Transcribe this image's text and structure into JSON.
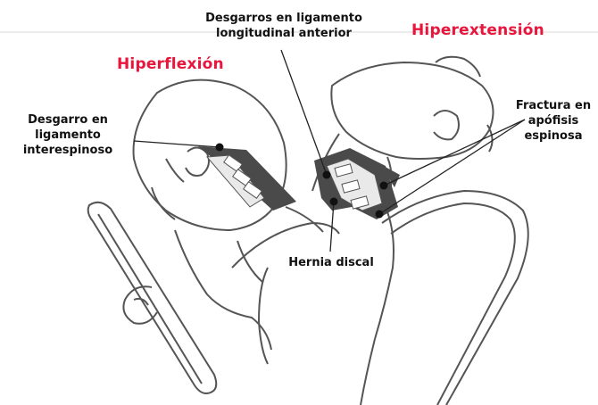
{
  "titles": {
    "hyperflexion": "Hiperflexión",
    "hyperextension": "Hiperextensión"
  },
  "labels": {
    "interspinous_tear": [
      "Desgarro en",
      "ligamento",
      "interespinoso"
    ],
    "anterior_ligament_tear": [
      "Desgarros en ligamento",
      "longitudinal anterior"
    ],
    "spinous_fracture": [
      "Fractura en",
      "apófisis",
      "espinosa"
    ],
    "disc_herniation": "Hernia discal"
  },
  "colors": {
    "title_red": "#e8163c",
    "label_text": "#111111",
    "outline": "#555555",
    "tissue_dark": "#4a4a4a",
    "tissue_light": "#e9e9e9",
    "leader_line": "#222222"
  }
}
